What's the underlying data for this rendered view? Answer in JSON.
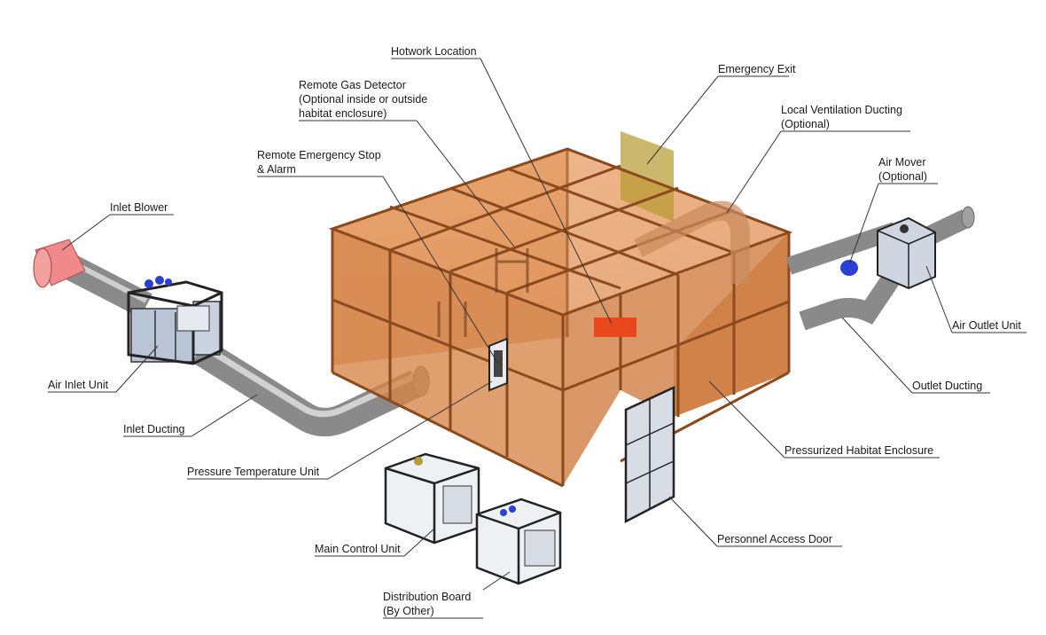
{
  "labels": {
    "hotwork_location": "Hotwork Location",
    "emergency_exit": "Emergency Exit",
    "remote_gas_detector_1": "Remote Gas Detector",
    "remote_gas_detector_2": "(Optional inside or outside",
    "remote_gas_detector_3": "habitat enclosure)",
    "local_ventilation_1": "Local Ventilation Ducting",
    "local_ventilation_2": "(Optional)",
    "remote_estop_1": "Remote Emergency Stop",
    "remote_estop_2": "& Alarm",
    "air_mover_1": "Air Mover",
    "air_mover_2": "(Optional)",
    "inlet_blower": "Inlet Blower",
    "air_outlet_unit": "Air Outlet Unit",
    "air_inlet_unit": "Air Inlet Unit",
    "outlet_ducting": "Outlet Ducting",
    "inlet_ducting": "Inlet Ducting",
    "pressurized_habitat": "Pressurized Habitat Enclosure",
    "pressure_temp_unit": "Pressure Temperature Unit",
    "main_control_unit": "Main Control Unit",
    "personnel_access_door": "Personnel Access Door",
    "distribution_board_1": "Distribution Board",
    "distribution_board_2": "(By Other)"
  },
  "colors": {
    "habitat_panel": "#d9884a",
    "habitat_frame": "#8a4a1e",
    "duct": "#8c8c8c",
    "blower": "#f08a8a",
    "hotwork_block": "#e8481c",
    "air_mover": "#2a3fd6",
    "emergency_exit_panel": "#b79a2e"
  }
}
